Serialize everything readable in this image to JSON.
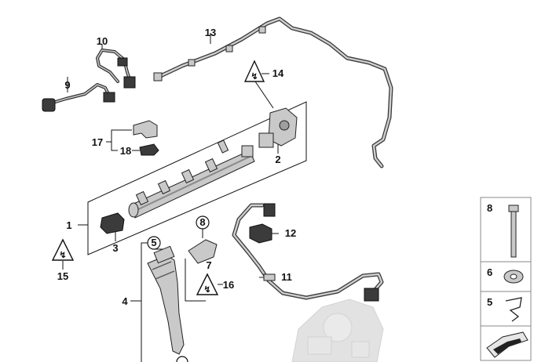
{
  "diagram": {
    "callouts": [
      {
        "id": "c1",
        "label": "1"
      },
      {
        "id": "c2",
        "label": "2"
      },
      {
        "id": "c3",
        "label": "3"
      },
      {
        "id": "c4",
        "label": "4"
      },
      {
        "id": "c5",
        "label": "5"
      },
      {
        "id": "c7",
        "label": "7"
      },
      {
        "id": "c8",
        "label": "8"
      },
      {
        "id": "c9",
        "label": "9"
      },
      {
        "id": "c10",
        "label": "10"
      },
      {
        "id": "c11",
        "label": "11"
      },
      {
        "id": "c12",
        "label": "12"
      },
      {
        "id": "c13",
        "label": "13"
      },
      {
        "id": "c14",
        "label": "14"
      },
      {
        "id": "c15",
        "label": "15"
      },
      {
        "id": "c16",
        "label": "16"
      },
      {
        "id": "c17",
        "label": "17"
      },
      {
        "id": "c18",
        "label": "18"
      }
    ],
    "legend": [
      {
        "label": "8"
      },
      {
        "label": "6"
      },
      {
        "label": "5"
      }
    ],
    "colors": {
      "line": "#111111",
      "part_fill": "#c9c9c9",
      "dark_fill": "#3b3b3b",
      "panel_border": "#888888"
    }
  }
}
